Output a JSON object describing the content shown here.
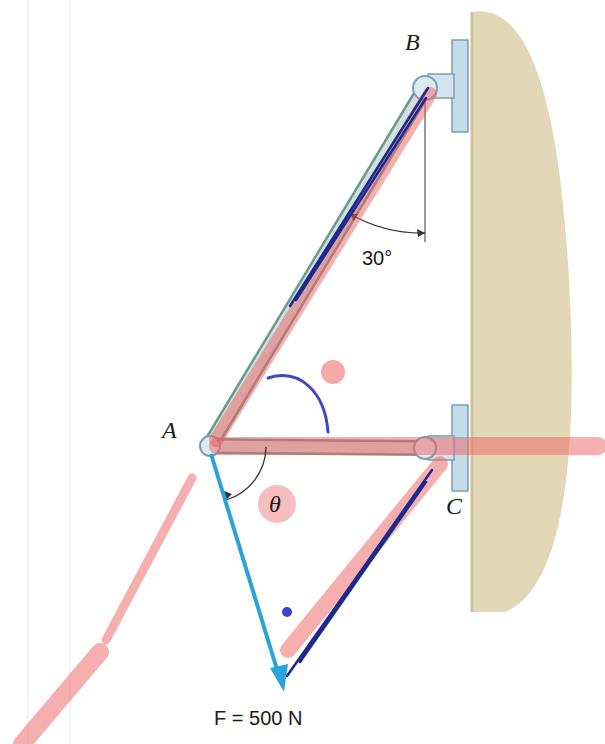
{
  "diagram": {
    "labels": [
      "B",
      "30°",
      "A",
      "θ",
      "C",
      "F = 500 N"
    ]
  }
}
